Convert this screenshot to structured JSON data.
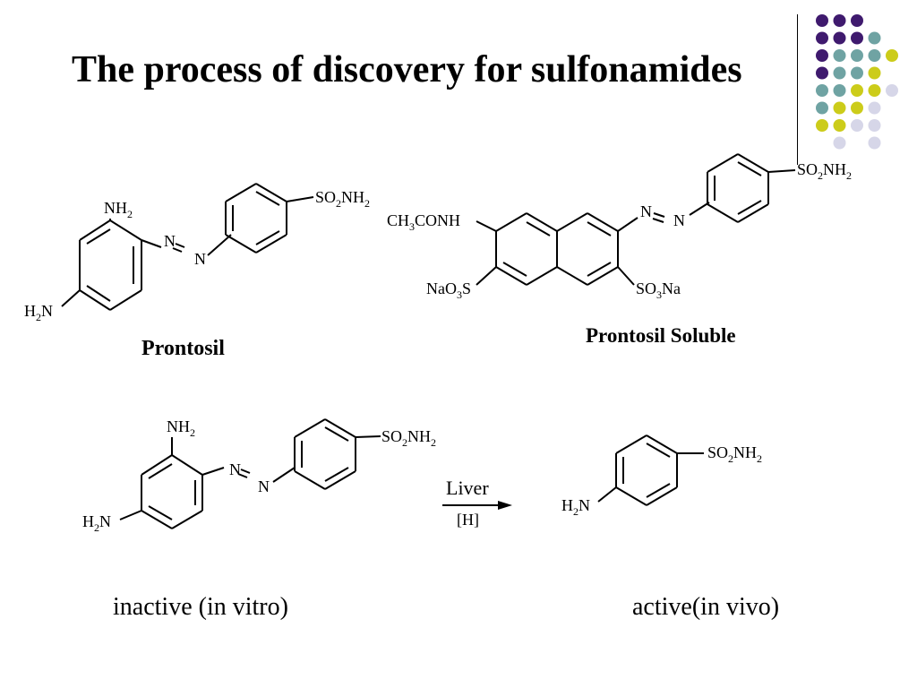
{
  "title": "The process of discovery for sulfonamides",
  "labels": {
    "prontosil": "Prontosil",
    "prontosil_soluble": "Prontosil  Soluble",
    "inactive": "inactive (in vitro)",
    "active": "active(in vivo)"
  },
  "arrow": {
    "above": "Liver",
    "below": "[H]"
  },
  "groups": {
    "nh2": "NH",
    "h2n": "H",
    "so2nh2": "SO",
    "ch3conh": "CH",
    "nao3s": "NaO",
    "so3na": "SO",
    "n": "N"
  },
  "palette": {
    "purple": "#3f1a6e",
    "teal": "#6fa3a3",
    "yellow": "#cccc1a",
    "lavender": "#d6d6e8"
  }
}
